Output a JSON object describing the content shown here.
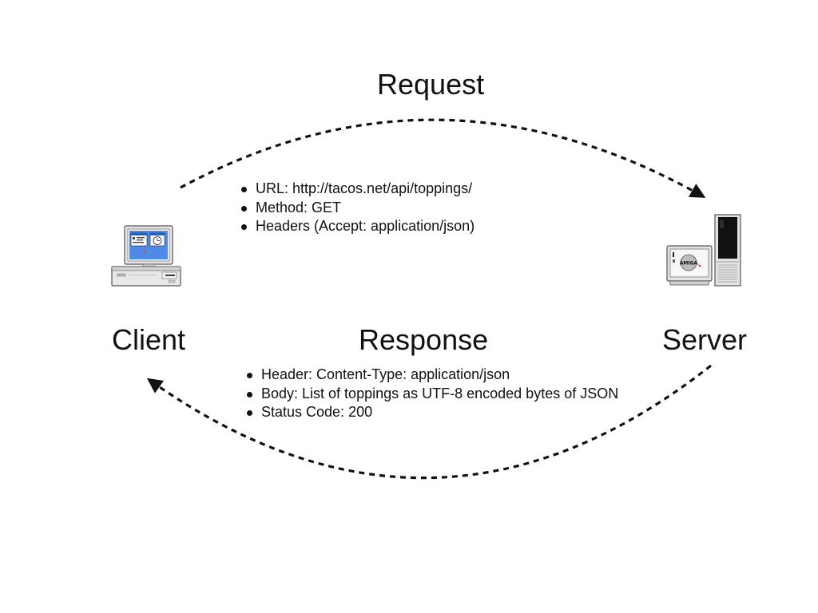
{
  "diagram": {
    "request": {
      "title": "Request",
      "details": [
        "URL: http://tacos.net/api/toppings/",
        "Method: GET",
        "Headers (Accept: application/json)"
      ]
    },
    "response": {
      "title": "Response",
      "details": [
        "Header: Content-Type: application/json",
        "Body: List of toppings as UTF-8 encoded bytes of JSON",
        "Status Code: 200"
      ]
    },
    "nodes": {
      "client": {
        "label": "Client",
        "icon": "desktop-computer-icon"
      },
      "server": {
        "label": "Server",
        "icon": "amiga-server-tower-icon",
        "screen_text": "AMIGA"
      }
    },
    "edges": [
      {
        "from": "client",
        "to": "server",
        "label": "Request",
        "style": "dashed"
      },
      {
        "from": "server",
        "to": "client",
        "label": "Response",
        "style": "dashed"
      }
    ],
    "colors": {
      "arrow": "#111111",
      "screen_blue": "#4f8be6",
      "case_gray": "#d9d9d9"
    }
  }
}
